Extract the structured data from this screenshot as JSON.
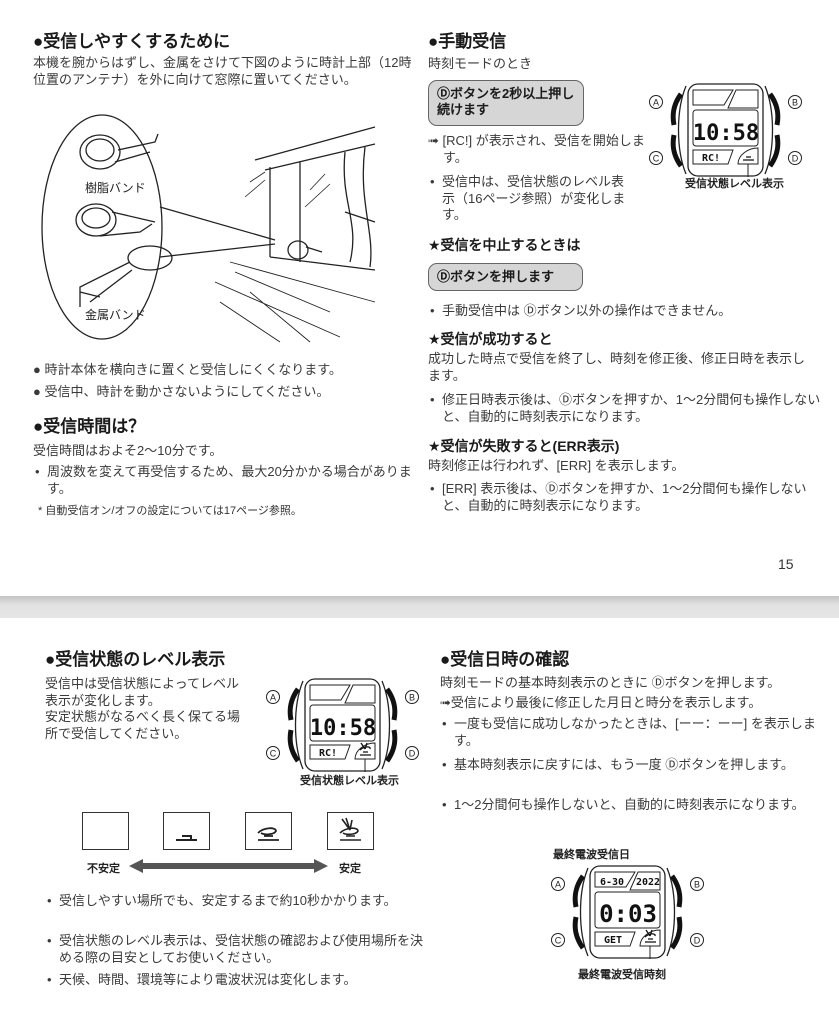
{
  "page15": {
    "antenna": {
      "heading": "●受信しやすくするために",
      "text": "本機を腕からはずし、金属をさけて下図のように時計上部（12時位置のアンテナ）を外に向けて窓際に置いてください。",
      "label_resin": "樹脂バンド",
      "label_metal": "金属バンド",
      "notes": [
        "● 時計本体を横向きに置くと受信しにくくなります。",
        "● 受信中、時計を動かさないようにしてください。"
      ]
    },
    "duration": {
      "heading": "●受信時間は？",
      "text": "受信時間はおよそ2〜10分です。",
      "bullet": "周波数を変えて再受信するため、最大20分かかる場合があります。",
      "note": "* 自動受信オン/オフの設定については17ページ参照。"
    },
    "manual": {
      "heading": "●手動受信",
      "mode": "時刻モードのとき",
      "action": "Ⓓボタンを2秒以上押し続けます",
      "result": "➟ [RC!] が表示され、受信を開始します。",
      "bullet": "受信中は、受信状態のレベル表示（16ページ参照）が変化します。",
      "watch": {
        "time": "10:58",
        "mode": "RC!",
        "label": "受信状態レベル表示",
        "btn_a": "A",
        "btn_b": "B",
        "btn_c": "C",
        "btn_d": "D"
      },
      "cancel": {
        "heading": "★受信を中止するときは",
        "action": "Ⓓボタンを押します",
        "bullet": "手動受信中は Ⓓボタン以外の操作はできません。"
      },
      "success": {
        "heading": "★受信が成功すると",
        "text": "成功した時点で受信を終了し、時刻を修正後、修正日時を表示します。",
        "bullet": "修正日時表示後は、Ⓓボタンを押すか、1〜2分間何も操作しないと、自動的に時刻表示になります。"
      },
      "failure": {
        "heading": "★受信が失敗すると(ERR表示)",
        "text": "時刻修正は行われず、[ERR] を表示します。",
        "bullet": "[ERR] 表示後は、Ⓓボタンを押すか、1〜2分間何も操作しないと、自動的に時刻表示になります。"
      }
    },
    "page_number": "15"
  },
  "page16": {
    "level": {
      "heading": "●受信状態のレベル表示",
      "text": "受信中は受信状態によってレベル表示が変化します。\n安定状態がなるべく長く保てる場所で受信してください。",
      "watch": {
        "time": "10:58",
        "mode": "RC!",
        "label": "受信状態レベル表示",
        "btn_a": "A",
        "btn_b": "B",
        "btn_c": "C",
        "btn_d": "D"
      },
      "levels": [
        0,
        1,
        2,
        3
      ],
      "unstable": "不安定",
      "stable": "安定",
      "bullets": [
        "受信しやすい場所でも、安定するまで約10秒かかります。",
        "受信状態のレベル表示は、受信状態の確認および使用場所を決める際の目安としてお使いください。",
        "天候、時間、環境等により電波状況は変化します。"
      ]
    },
    "confirm": {
      "heading": "●受信日時の確認",
      "text": "時刻モードの基本時刻表示のときに Ⓓボタンを押します。",
      "result": "➟受信により最後に修正した月日と時分を表示します。",
      "bullets": [
        "一度も受信に成功しなかったときは、[ーー：ーー] を表示します。",
        "基本時刻表示に戻すには、もう一度 Ⓓボタンを押します。",
        "1〜2分間何も操作しないと、自動的に時刻表示になります。"
      ],
      "watch": {
        "date": "6-30",
        "year": "2022",
        "time": "0:03",
        "mode": "GET",
        "label_date": "最終電波受信日",
        "label_time": "最終電波受信時刻",
        "btn_a": "A",
        "btn_b": "B",
        "btn_c": "C",
        "btn_d": "D"
      }
    }
  }
}
